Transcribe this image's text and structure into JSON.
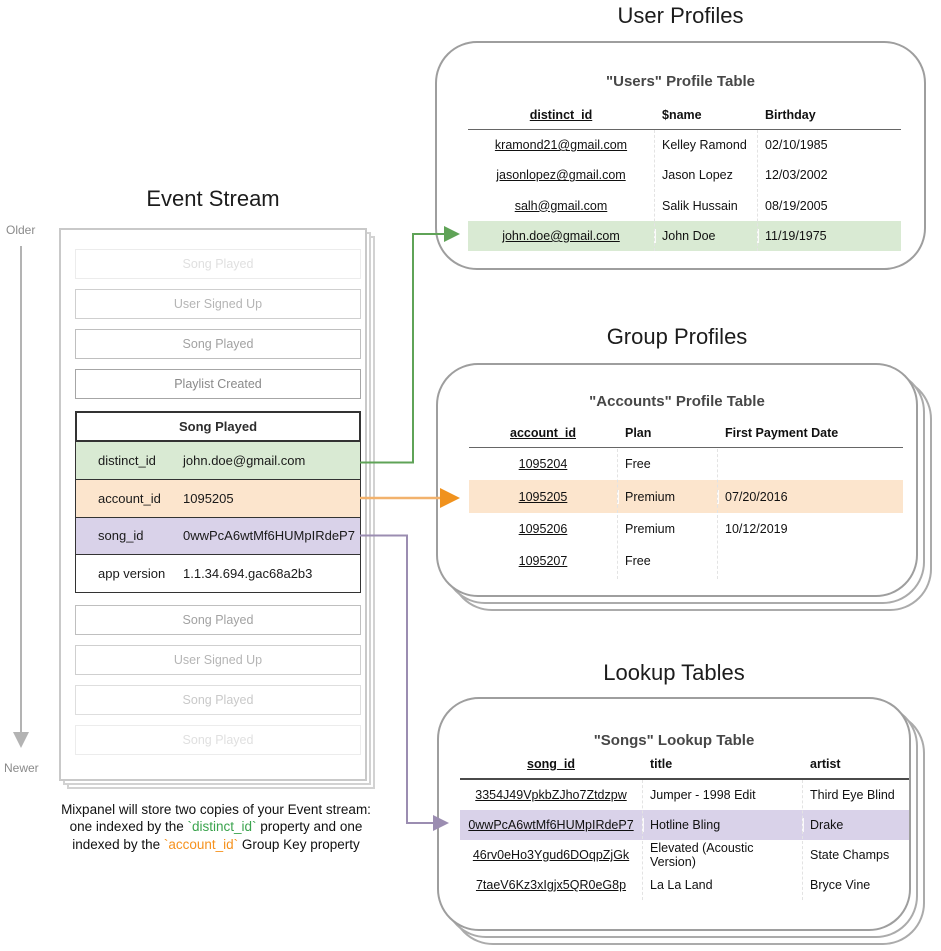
{
  "titles": {
    "event_stream": "Event Stream",
    "user_profiles": "User Profiles",
    "group_profiles": "Group Profiles",
    "lookup_tables": "Lookup Tables"
  },
  "timeline": {
    "older": "Older",
    "newer": "Newer"
  },
  "event_stream": {
    "events_before": [
      {
        "label": "Song Played",
        "class": "fe"
      },
      {
        "label": "User Signed Up",
        "class": "fc"
      },
      {
        "label": "Song Played",
        "class": "fb"
      },
      {
        "label": "Playlist Created",
        "class": "fa"
      }
    ],
    "selected_event": {
      "name": "Song Played",
      "properties": [
        {
          "key": "distinct_id",
          "value": "john.doe@gmail.com",
          "class": "hl-green"
        },
        {
          "key": "account_id",
          "value": "1095205",
          "class": "hl-orange"
        },
        {
          "key": "song_id",
          "value": "0wwPcA6wtMf6HUMpIRdeP7",
          "class": "hl-purple"
        },
        {
          "key": "app version",
          "value": "1.1.34.694.gac68a2b3",
          "class": ""
        }
      ]
    },
    "events_after": [
      {
        "label": "Song Played",
        "class": "fb"
      },
      {
        "label": "User Signed Up",
        "class": "fc"
      },
      {
        "label": "Song Played",
        "class": "fd"
      },
      {
        "label": "Song Played",
        "class": "fe"
      }
    ]
  },
  "users_table": {
    "title": "\"Users\" Profile Table",
    "columns": [
      "distinct_id",
      "$name",
      "Birthday"
    ],
    "rows": [
      {
        "cells": [
          "kramond21@gmail.com",
          "Kelley Ramond",
          "02/10/1985"
        ],
        "class": ""
      },
      {
        "cells": [
          "jasonlopez@gmail.com",
          "Jason Lopez",
          "12/03/2002"
        ],
        "class": ""
      },
      {
        "cells": [
          "salh@gmail.com",
          "Salik Hussain",
          "08/19/2005"
        ],
        "class": ""
      },
      {
        "cells": [
          "john.doe@gmail.com",
          "John Doe",
          "11/19/1975"
        ],
        "class": "hl hl-green"
      }
    ]
  },
  "accounts_table": {
    "title": "\"Accounts\" Profile Table",
    "columns": [
      "account_id",
      "Plan",
      "First Payment Date"
    ],
    "rows": [
      {
        "cells": [
          "1095204",
          "Free",
          ""
        ],
        "class": ""
      },
      {
        "cells": [
          "1095205",
          "Premium",
          "07/20/2016"
        ],
        "class": "hl hl-orange"
      },
      {
        "cells": [
          "1095206",
          "Premium",
          "10/12/2019"
        ],
        "class": ""
      },
      {
        "cells": [
          "1095207",
          "Free",
          ""
        ],
        "class": ""
      }
    ]
  },
  "songs_table": {
    "title": "\"Songs\" Lookup Table",
    "columns": [
      "song_id",
      "title",
      "artist"
    ],
    "rows": [
      {
        "cells": [
          "3354J49VpkbZJho7Ztdzpw",
          "Jumper - 1998 Edit",
          "Third Eye Blind"
        ],
        "class": ""
      },
      {
        "cells": [
          "0wwPcA6wtMf6HUMpIRdeP7",
          "Hotline Bling",
          "Drake"
        ],
        "class": "hl hl-purple"
      },
      {
        "cells": [
          "46rv0eHo3Ygud6DOqpZjGk",
          "Elevated (Acoustic Version)",
          "State Champs"
        ],
        "class": ""
      },
      {
        "cells": [
          "7taeV6Kz3xIgjx5QR0eG8p",
          "La La Land",
          "Bryce Vine"
        ],
        "class": ""
      }
    ]
  },
  "caption": {
    "line1": "Mixpanel will store two copies of your Event stream:",
    "line2_pre": "one indexed by the ",
    "line2_code": "`distinct_id`",
    "line2_post": " property and one",
    "line3_pre": "indexed by the ",
    "line3_code": "`account_id`",
    "line3_post": " Group Key property"
  },
  "colors": {
    "green_highlight": "#d9ead3",
    "orange_highlight": "#fce5cd",
    "purple_highlight": "#d9d2e9",
    "green_arrow": "#5fa357",
    "orange_arrow": "#f2b26d",
    "orange_arrowhead": "#f0921e",
    "purple_arrow": "#9b8db1",
    "timeline_gray": "#b3b3b3",
    "caption_green": "#3aa34d",
    "caption_orange": "#f6921e"
  }
}
